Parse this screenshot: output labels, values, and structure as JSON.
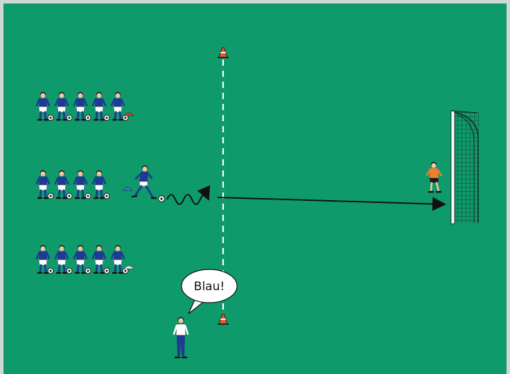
{
  "diagram": {
    "speech_bubble_text": "Blau!",
    "colors": {
      "pitch": "#0f9a6b",
      "pitch_border": "#cfd8d3",
      "jersey": "#1f3a93",
      "shorts": "#ffffff",
      "keeper": "#f07d2a",
      "coach_shirt": "#ffffff",
      "coach_pants": "#1f3a93",
      "cone": "#e4572e",
      "marker_red": "#e23b3b",
      "marker_blue": "#2f7fd6",
      "marker_white": "#f2f2f2",
      "line": "#ffffff",
      "arrow": "#111111"
    },
    "groups": [
      {
        "name": "top-row",
        "players": 5,
        "marker": "red"
      },
      {
        "name": "middle-row",
        "players": 4,
        "marker": "blue"
      },
      {
        "name": "bottom-row",
        "players": 5,
        "marker": "white"
      }
    ]
  }
}
